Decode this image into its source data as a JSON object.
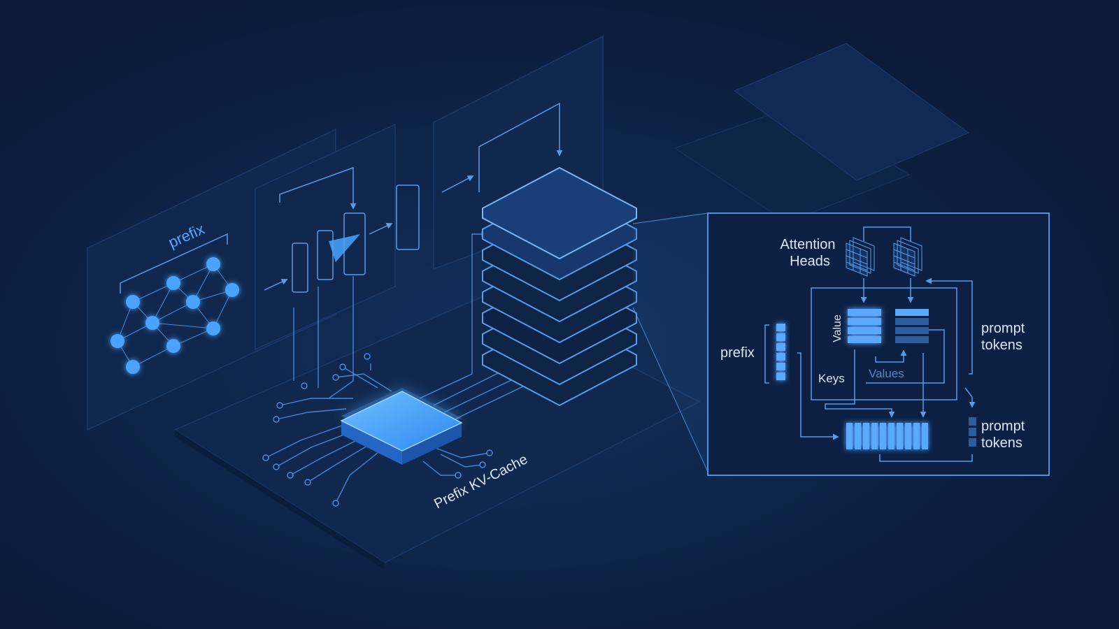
{
  "labels": {
    "prefix_panel": "prefix",
    "chip": "Prefix KV-Cache",
    "attention_heads_line1": "Attention",
    "attention_heads_line2": "Heads",
    "value": "Value",
    "keys": "Keys",
    "values": "Values",
    "prefix_zoom": "prefix",
    "prompt_tokens_upper_line1": "prompt",
    "prompt_tokens_upper_line2": "tokens",
    "prompt_tokens_lower_line1": "prompt",
    "prompt_tokens_lower_line2": "tokens"
  },
  "colors": {
    "background": "#0a1a38",
    "panel": "#10284d",
    "line": "#4f8fe0",
    "glow": "#4aa3ff",
    "text": "#dbe6f7"
  }
}
